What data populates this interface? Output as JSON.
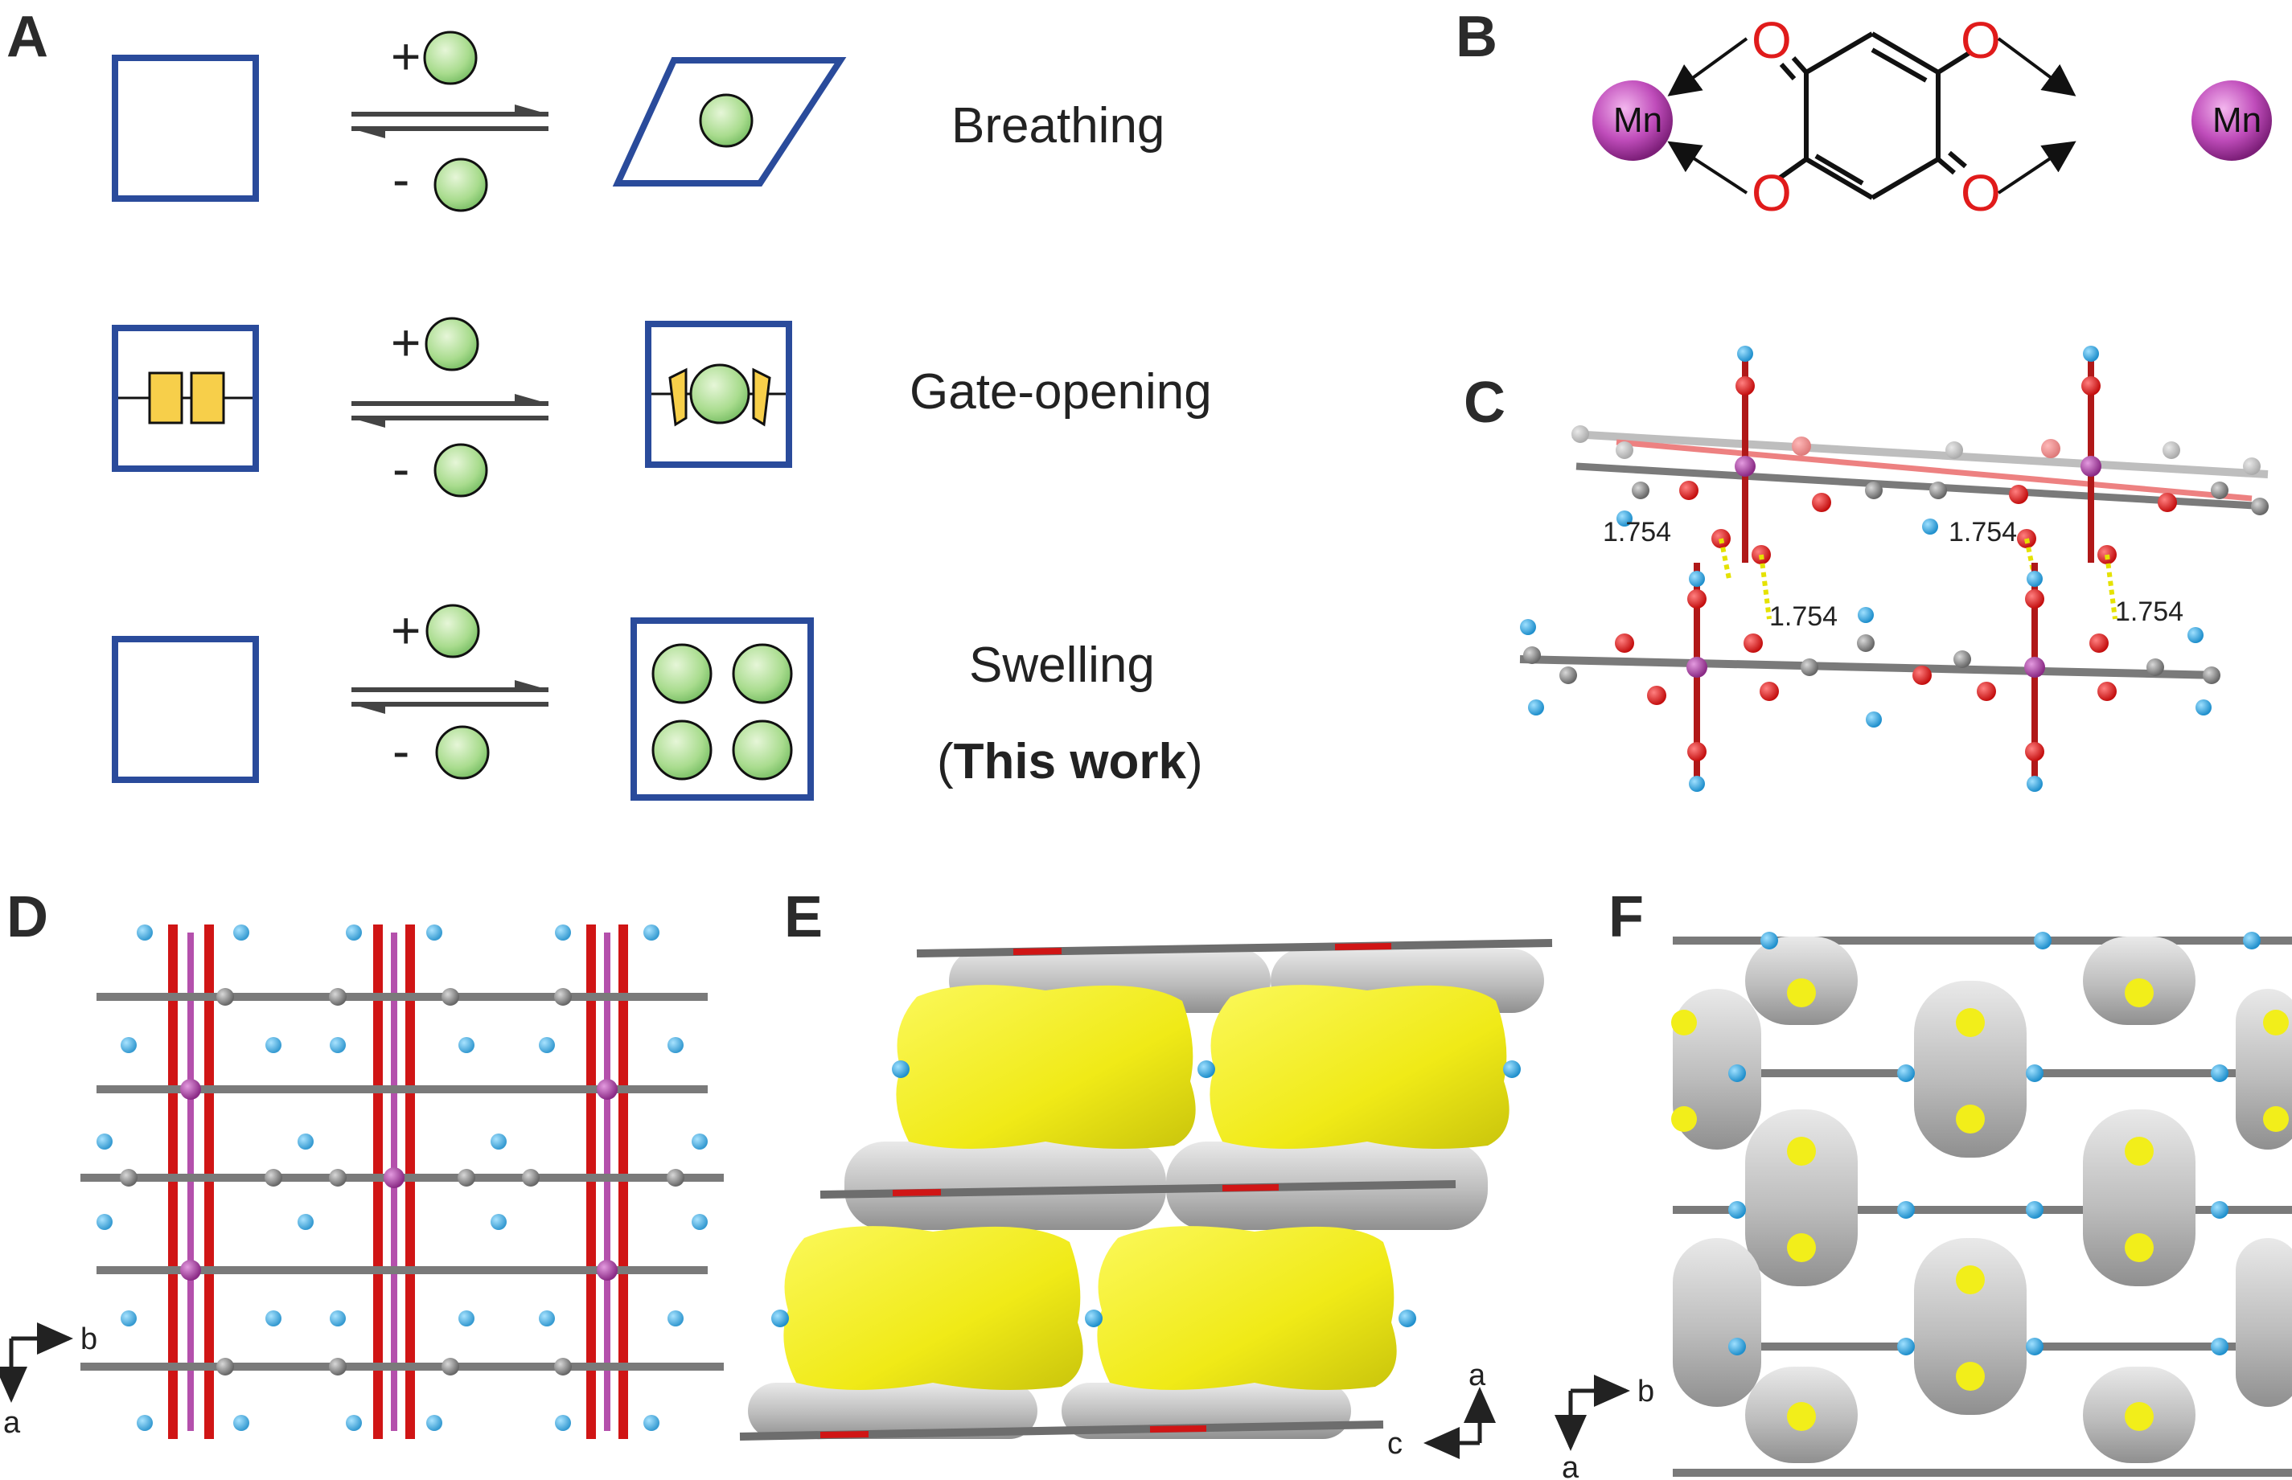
{
  "panels": {
    "A": "A",
    "B": "B",
    "C": "C",
    "D": "D",
    "E": "E",
    "F": "F"
  },
  "panel_a": {
    "plus": "+",
    "minus": "-",
    "rows": [
      {
        "label": "Breathing"
      },
      {
        "label": "Gate-opening"
      },
      {
        "label": "Swelling",
        "paren_open": "(",
        "bold": "This work",
        "paren_close": ")"
      }
    ]
  },
  "panel_b": {
    "metal_left": "Mn",
    "metal_right": "Mn",
    "oxygen": "O"
  },
  "panel_c": {
    "distances": [
      "1.754",
      "1.754",
      "1.754",
      "1.754"
    ]
  },
  "axes": {
    "d": {
      "horizontal": "b",
      "vertical": "a"
    },
    "e": {
      "horizontal": "c",
      "vertical": "a"
    },
    "f": {
      "horizontal": "b",
      "vertical": "a"
    }
  },
  "colors": {
    "frame_blue": "#2a4b9b",
    "guest_green": "#a9dc8e",
    "linker_yellow": "#f7cf4a",
    "mn_purple": "#a8329e",
    "oxygen_red": "#e01b1b",
    "hydrogen_blue": "#2fa6df",
    "carbon_gray": "#8a8a8a",
    "pore_yellow": "#f2ee1a",
    "surface_gray": "#c4c4c4"
  }
}
